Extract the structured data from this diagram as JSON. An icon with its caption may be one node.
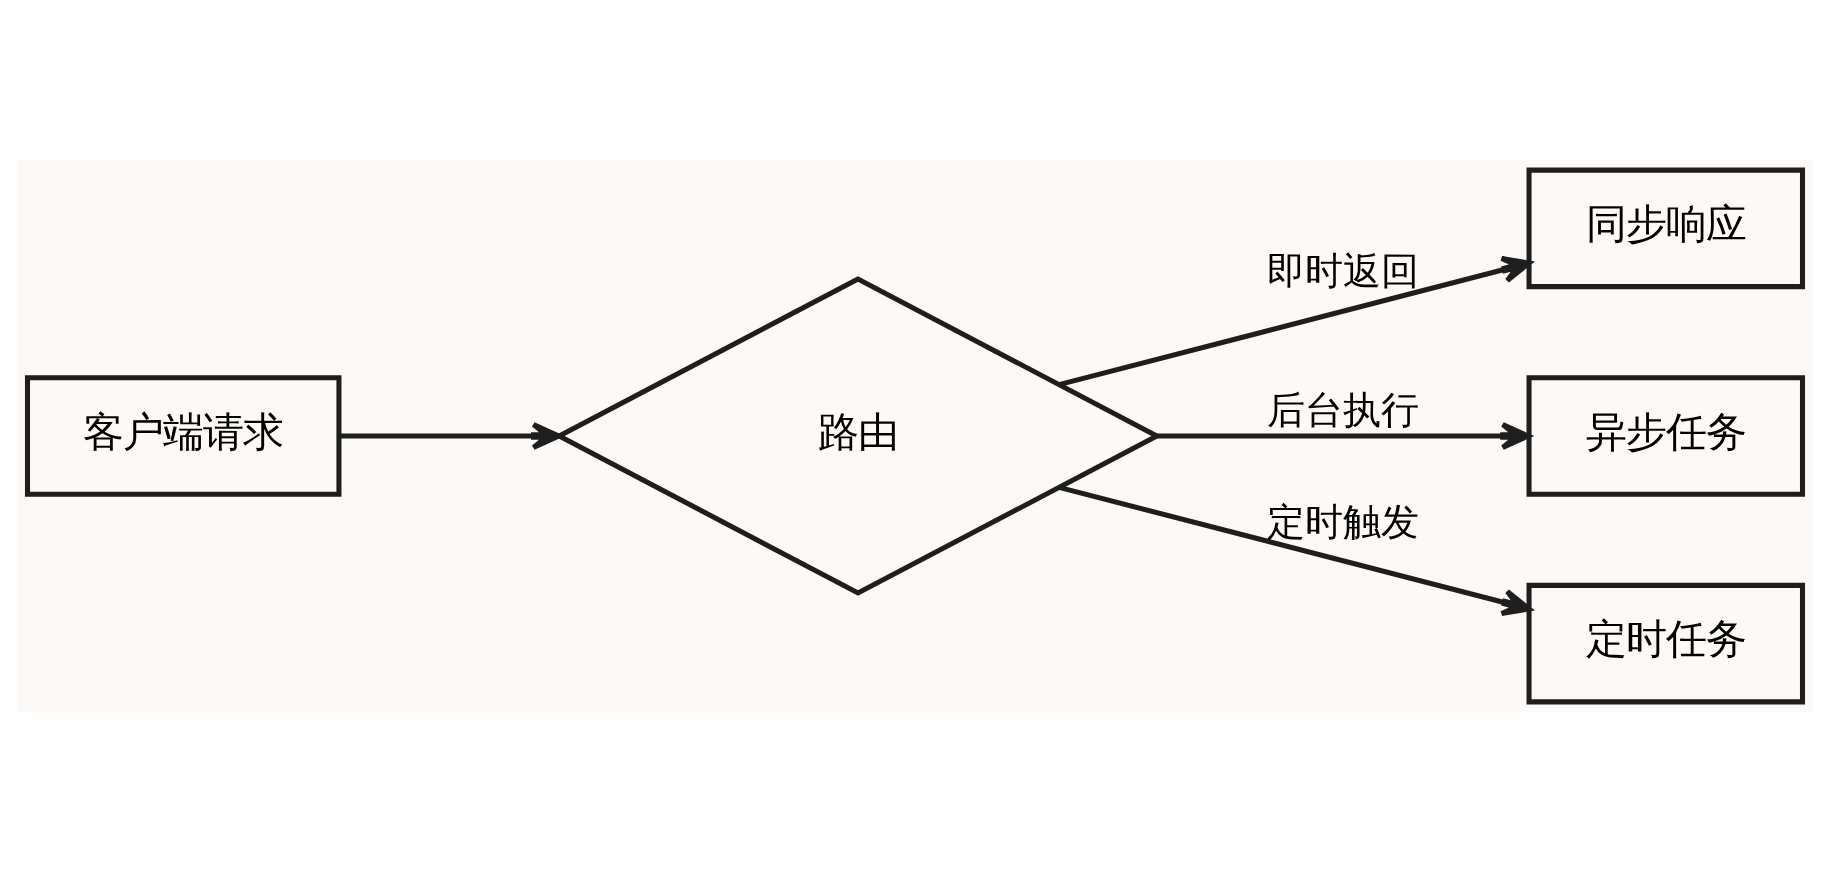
{
  "diagram": {
    "nodes": [
      {
        "text": [
          "客户端请求"
        ]
      },
      {
        "text": [
          "路由"
        ]
      },
      {
        "text": [
          "同步响应"
        ]
      },
      {
        "text": [
          "异步任务"
        ]
      },
      {
        "text": [
          "定时任务"
        ]
      }
    ],
    "edges": [
      {
        "from": 0,
        "to": 1,
        "arrow": "to"
      },
      {
        "from": 1,
        "to": 2,
        "arrow": "to",
        "label": "即时返回"
      },
      {
        "from": 1,
        "to": 3,
        "arrow": "to",
        "label": "后台执行"
      },
      {
        "from": 1,
        "to": 4,
        "arrow": "to",
        "label": "定时触发"
      }
    ]
  }
}
